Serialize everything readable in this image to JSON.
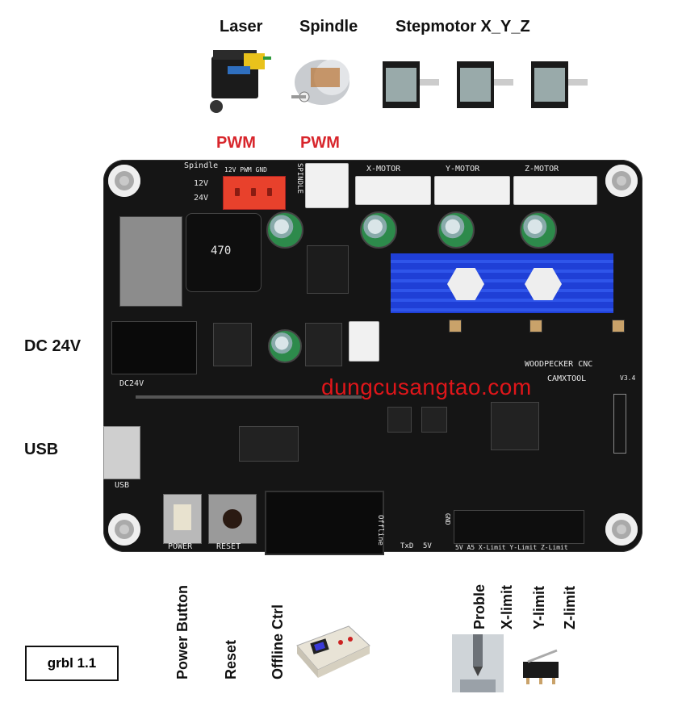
{
  "labels": {
    "laser": "Laser",
    "spindle": "Spindle",
    "stepmotor": "Stepmotor X_Y_Z",
    "pwm_laser": "PWM",
    "pwm_spindle": "PWM",
    "dc": "DC 24V",
    "usb": "USB",
    "power_button": "Power Button",
    "reset": "Reset",
    "offline_ctrl": "Offline Ctrl",
    "proble": "Proble",
    "x_limit": "X-limit",
    "y_limit": "Y-limit",
    "z_limit": "Z-limit",
    "firmware": "grbl 1.1"
  },
  "watermark": "dungcusangtao.com",
  "silkscreen": {
    "x_motor": "X-MOTOR",
    "y_motor": "Y-MOTOR",
    "z_motor": "Z-MOTOR",
    "spindle": "Spindle",
    "spindle_vert": "SPINDLE",
    "laser_pins": "12V PWM GND",
    "v12": "12V",
    "v24": "24V",
    "brand": "WOODPECKER CNC",
    "brand2": "CAMXTOOL",
    "version": "V3.4",
    "dc24v": "DC24V",
    "power": "POWER",
    "reset": "RESET",
    "offline": "Offline",
    "txd": "TxD",
    "five_v": "5V",
    "gnd": "GND",
    "header": "5V A5 X-Limit Y-Limit Z-Limit",
    "inductor": "470",
    "usb": "USB"
  }
}
